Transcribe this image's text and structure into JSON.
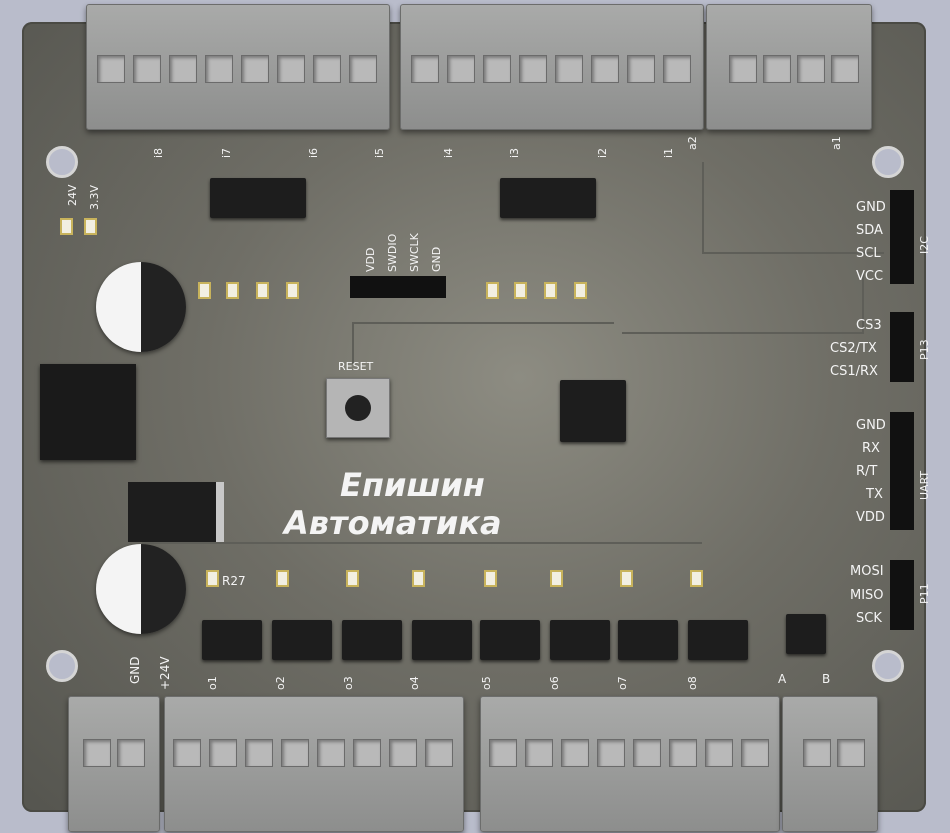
{
  "brand": {
    "line1": "Епишин",
    "line2": "Автоматика"
  },
  "inputs": {
    "labels": [
      "i8",
      "i7",
      "i6",
      "i5",
      "i4",
      "i3",
      "i2",
      "i1",
      "a2",
      "a1"
    ]
  },
  "power_leds": {
    "label_24v": "24V",
    "label_33v": "3.3V"
  },
  "swd": {
    "pins": [
      "VDD",
      "SWDIO",
      "SWCLK",
      "GND"
    ]
  },
  "i2c": {
    "pins": [
      "GND",
      "SDA",
      "SCL",
      "VCC"
    ],
    "name": "I2C"
  },
  "cs": {
    "pins": [
      "CS3",
      "CS2/TX",
      "CS1/RX"
    ],
    "name": "P13"
  },
  "uart": {
    "pins": [
      "GND",
      "RX",
      "R/T",
      "TX",
      "VDD"
    ],
    "name": "UART"
  },
  "spi": {
    "pins": [
      "MOSI",
      "MISO",
      "SCK"
    ],
    "name": "P11"
  },
  "reset_label": "RESET",
  "power_in": {
    "gnd": "GND",
    "v24": "+24V"
  },
  "outputs": {
    "labels": [
      "o1",
      "o2",
      "o3",
      "o4",
      "o5",
      "o6",
      "o7",
      "o8"
    ]
  },
  "rs485": {
    "a": "A",
    "b": "B"
  },
  "ref_r27": "R27"
}
